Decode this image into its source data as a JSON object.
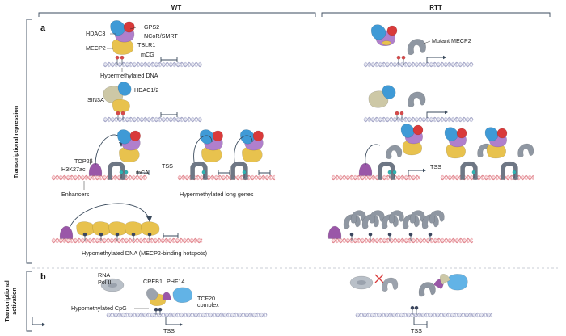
{
  "columns": {
    "wt": "WT",
    "rtt": "RTT"
  },
  "panels": {
    "a": "a",
    "b": "b"
  },
  "side_labels": {
    "repression": "Transcriptional repression",
    "activation_line1": "Transcriptional",
    "activation_line2": "activation"
  },
  "labels": {
    "hdac3": "HDAC3",
    "gps2": "GPS2",
    "ncor_smrt": "NCoR/SMRT",
    "tblr1": "TBLR1",
    "mecp2": "MECP2",
    "mcg": "mCG",
    "hypermethylated_dna": "Hypermethylated DNA",
    "mutant_mecp2": "Mutant MECP2",
    "sin3a": "SIN3A",
    "hdac1_2": "HDAC1/2",
    "top2b": "TOP2β",
    "h3k27ac": "H3K27ac",
    "mca": "mCA",
    "tss_a": "TSS",
    "tss_rtt": "TSS",
    "enhancers": "Enhancers",
    "hypermethylated_long_genes": "Hypermethylated long genes",
    "hypomethylated_dna": "Hypomethylated DNA (MECP2-binding hotspots)",
    "rna_pol_line1": "RNA",
    "rna_pol_line2": "Pol II",
    "creb1": "CREB1",
    "phf14": "PHF14",
    "tcf20_line1": "TCF20",
    "tcf20_line2": "complex",
    "hypomethylated_cpg": "Hypomethylated CpG",
    "tss_b_wt": "TSS",
    "tss_b_rtt": "TSS"
  },
  "colors": {
    "mecp2": "#e8c24e",
    "hdac3": "#3f9ad6",
    "gps2": "#d93a3a",
    "ncor": "#b07fcc",
    "sin3a": "#cdc8a6",
    "mutant": "#8f97a2",
    "cohesin": "#6e7785",
    "enhancer": "#9a57a8",
    "methyl_mark": "#d74a4a",
    "mca_mark": "#2fb3b3",
    "cpg_mark": "#3b4760",
    "tcf20": "#62b3e6"
  }
}
